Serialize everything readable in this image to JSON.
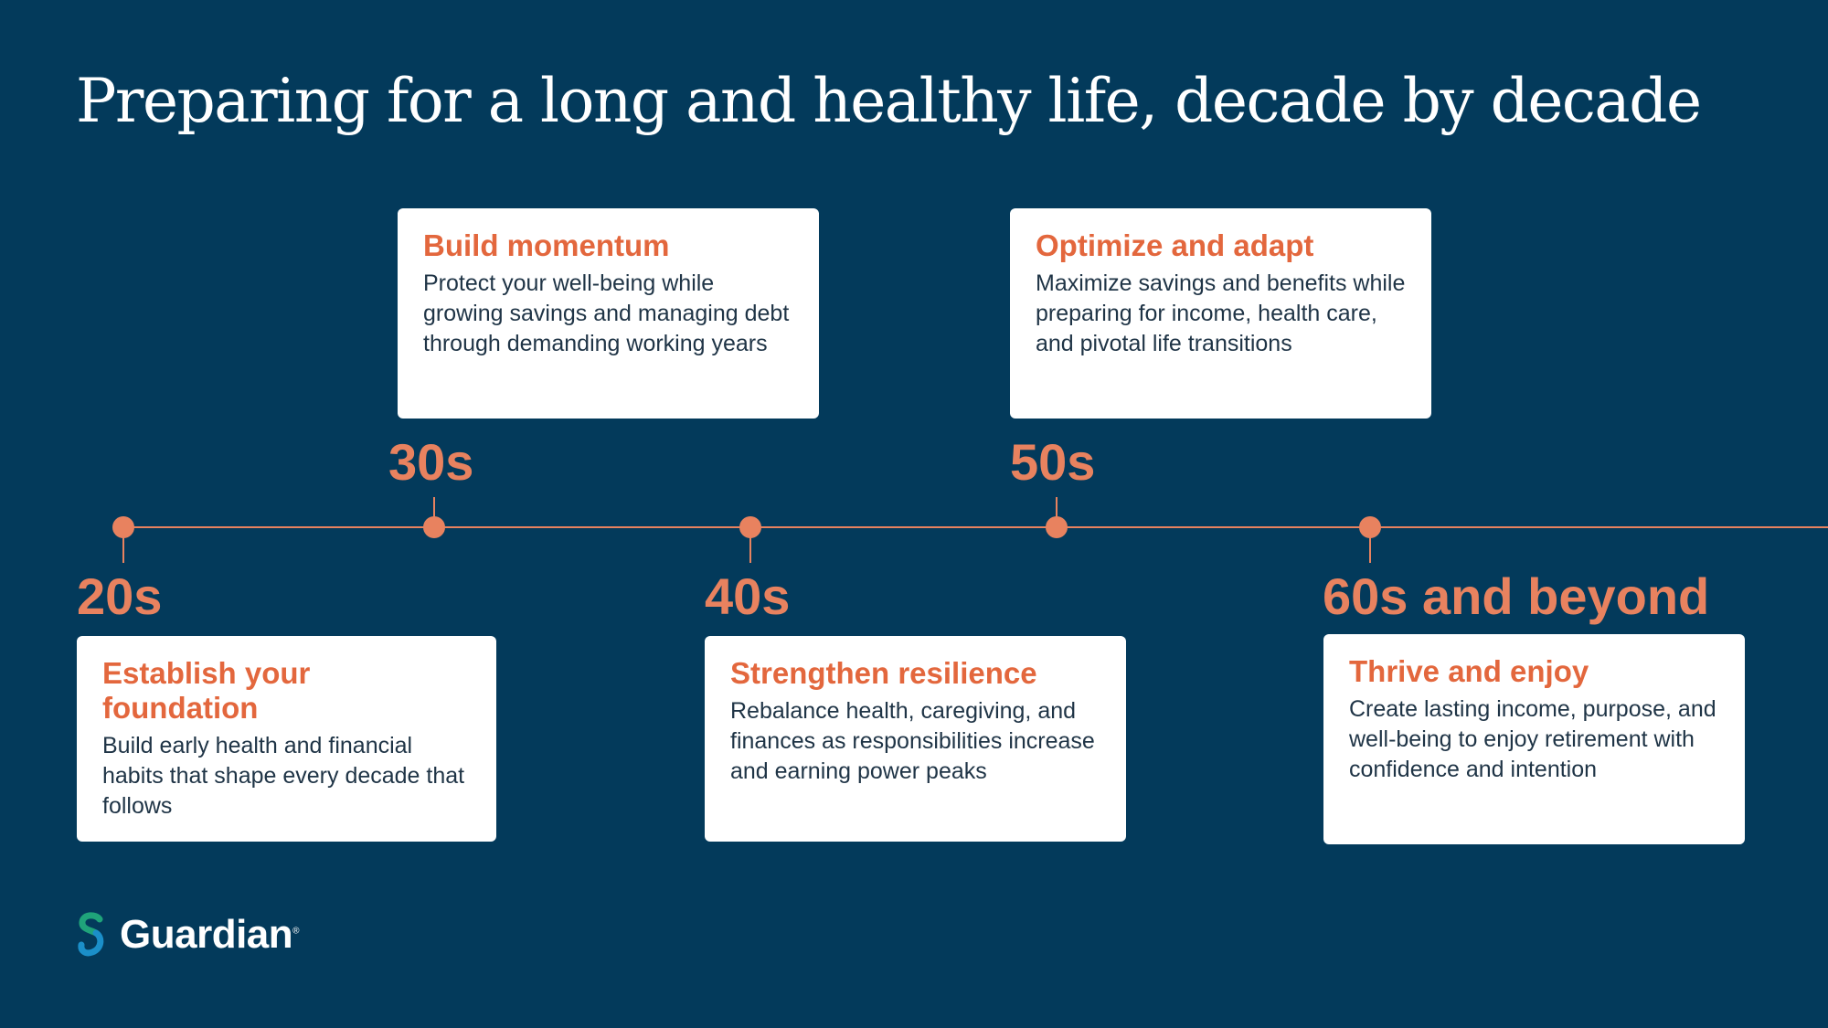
{
  "title": "Preparing for a long and healthy life, decade by decade",
  "stages": [
    {
      "decade": "20s",
      "heading": "Establish your foundation",
      "text": "Build early health and financial habits that shape every decade that follows"
    },
    {
      "decade": "30s",
      "heading": "Build momentum",
      "text": "Protect your well-being while growing savings and managing debt through demanding working years"
    },
    {
      "decade": "40s",
      "heading": "Strengthen resilience",
      "text": "Rebalance health, caregiving, and finances as responsibilities increase and earning power peaks"
    },
    {
      "decade": "50s",
      "heading": "Optimize and adapt",
      "text": "Maximize savings and benefits while preparing for income, health care, and pivotal life transitions"
    },
    {
      "decade": "60s and beyond",
      "heading": "Thrive and enjoy",
      "text": "Create lasting income, purpose, and well-being to enjoy retirement with confidence and intention"
    }
  ],
  "logo": {
    "name": "Guardian",
    "mark": "®",
    "icon": "guardian-logo-icon"
  },
  "colors": {
    "background": "#033a5b",
    "accent": "#e8825f",
    "heading": "#e3673d",
    "card": "#ffffff",
    "body_text": "#1f3446"
  }
}
